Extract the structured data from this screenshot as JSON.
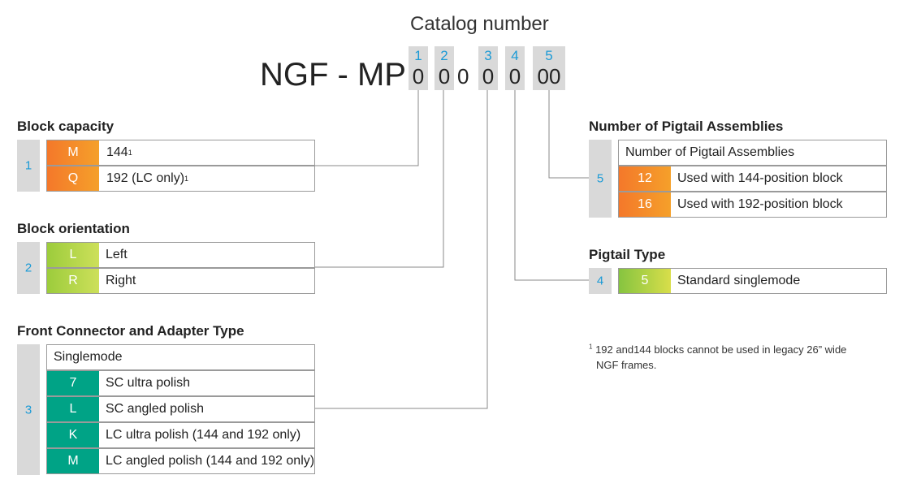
{
  "catalog": {
    "title": "Catalog number",
    "prefix": "NGF - MP",
    "positions": [
      {
        "num": "1",
        "value": "0"
      },
      {
        "num": "2",
        "value": "0"
      },
      {
        "num": "3",
        "value": "0"
      },
      {
        "num": "4",
        "value": "0"
      },
      {
        "num": "5",
        "value": "00"
      }
    ],
    "plain_digit": "0"
  },
  "block_capacity": {
    "title": "Block capacity",
    "index": "1",
    "rows": [
      {
        "code": "M",
        "desc": "144",
        "sup": "1"
      },
      {
        "code": "Q",
        "desc": "192 (LC only)",
        "sup": "1"
      }
    ]
  },
  "block_orientation": {
    "title": "Block orientation",
    "index": "2",
    "rows": [
      {
        "code": "L",
        "desc": "Left"
      },
      {
        "code": "R",
        "desc": "Right"
      }
    ]
  },
  "front_connector": {
    "title": "Front Connector and Adapter Type",
    "index": "3",
    "header": "Singlemode",
    "rows": [
      {
        "code": "7",
        "desc": "SC ultra polish"
      },
      {
        "code": "L",
        "desc": "SC angled polish"
      },
      {
        "code": "K",
        "desc": "LC ultra polish (144 and 192 only)"
      },
      {
        "code": "M",
        "desc": "LC angled polish (144 and 192 only)"
      }
    ]
  },
  "pigtail_assemblies": {
    "title": "Number of Pigtail Assemblies",
    "index": "5",
    "header": "Number of Pigtail Assemblies",
    "rows": [
      {
        "code": "12",
        "desc": "Used with 144-position block"
      },
      {
        "code": "16",
        "desc": "Used with 192-position block"
      }
    ]
  },
  "pigtail_type": {
    "title": "Pigtail Type",
    "index": "4",
    "rows": [
      {
        "code": "5",
        "desc": "Standard singlemode"
      }
    ]
  },
  "footnote": {
    "sup": "1",
    "line1": "192 and144 blocks cannot be used in legacy 26” wide",
    "line2": "NGF frames."
  },
  "colors": {
    "index_blue": "#1a9ad6",
    "grey": "#d9d9d9",
    "orange": "#f4782a",
    "lime": "#9ccc3c",
    "teal": "#00a386"
  }
}
